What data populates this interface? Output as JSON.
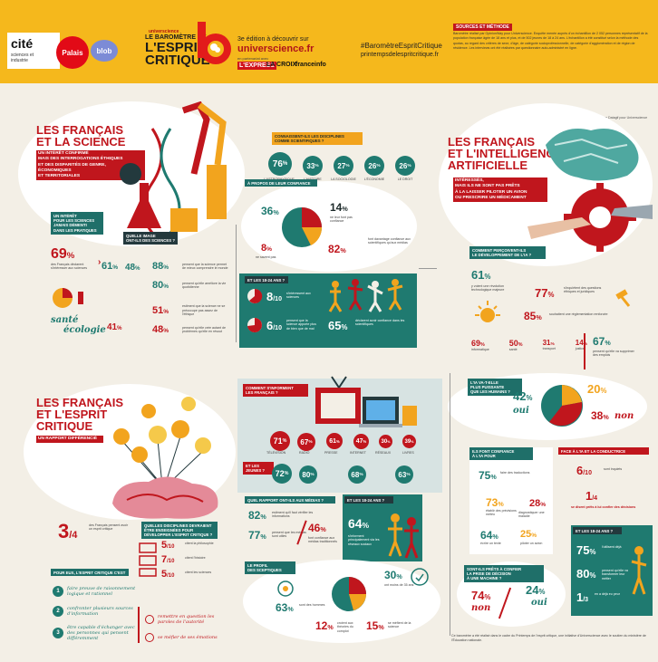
{
  "header": {
    "cite_name": "cité",
    "cite_sub": "sciences et industrie",
    "palais": "Palais",
    "blob": "blob",
    "universcience": "universcience",
    "baro_title": [
      "LE BAROMÈTRE DE",
      "L'ESPRIT",
      "CRITIQUE"
    ],
    "edition": "3e édition à découvrir sur",
    "site": "universcience.fr",
    "partners_label": "en partenariat avec",
    "partners": [
      "L'EXPRESS",
      "LA CROIX",
      "franceinfo"
    ],
    "hashtag": "#BaromètreEspritCritique",
    "printemps": "printempsdelespritcritique.fr",
    "sources_title": "SOURCES ET MÉTHODE",
    "sources_text": "Baromètre réalisé par OpinionWay pour Universcience. Enquête menée auprès d'un échantillon de 2 052 personnes représentatif de la population française âgée de 18 ans et plus, et de 502 jeunes de 18 à 24 ans. L'échantillon a été constitué selon la méthode des quotas, au regard des critères de sexe, d'âge, de catégorie socioprofessionnelle, de catégorie d'agglomération et de région de résidence. Les interviews ont été réalisées par questionnaire auto-administré en ligne."
  },
  "colors": {
    "red": "#c0161d",
    "teal": "#1f7a70",
    "orange": "#f2a41e",
    "yellow": "#f5b81c",
    "dark": "#23393d",
    "cream": "#f3efe6"
  },
  "credit": "Infographie réalisée par l'agence Datagif pour Universcience",
  "science": {
    "title": [
      "LES FRANÇAIS",
      "ET LA SCIENCE"
    ],
    "subtitle": [
      "UN INTÉRÊT CONFIRMÉ",
      "MAIS DES INTERROGATIONS ÉTHIQUES",
      "ET DES DISPARITÉS DE GENRE,",
      "ÉCONOMIQUES",
      "ET TERRITORIALES"
    ],
    "interest_label": [
      "UN INTÉRÊT",
      "POUR LES SCIENCES",
      "JAMAIS DÉMENTI",
      "DANS LES PRATIQUES"
    ],
    "interest_pct": "69",
    "interest_txt": "des Français déclarent s'intéresser aux sciences",
    "men": "61",
    "women": "48",
    "image_label": [
      "QUELLE IMAGE",
      "ONT-ILS DES SCIENCES ?"
    ],
    "image_stats": [
      {
        "v": "88",
        "t": "pensent que la science permet de mieux comprendre le monde"
      },
      {
        "v": "80",
        "t": "pensent qu'elle améliore la vie quotidienne"
      },
      {
        "v": "51",
        "t": "estiment que la science ne se préoccupe pas assez de l'éthique"
      },
      {
        "v": "48",
        "t": "pensent qu'elle crée autant de problèmes qu'elle en résout"
      }
    ],
    "sante": "santé",
    "ecologie": "écologie",
    "sante_pct": "41",
    "domains_label": "CONNAISSENT-ILS LES DISCIPLINES COMME SCIENTIFIQUES ?",
    "domains": [
      {
        "v": "76",
        "t": "L'ASTROPHYSIQUE"
      },
      {
        "v": "33",
        "t": "L'HISTOIRE"
      },
      {
        "v": "27",
        "t": "LA SOCIOLOGIE"
      },
      {
        "v": "26",
        "t": "L'ÉCONOMIE"
      },
      {
        "v": "26",
        "t": "LE DROIT"
      }
    ],
    "trust_label": "À PROPOS DE LEUR CONFIANCE",
    "trust": [
      {
        "v": "36",
        "t": "font confiance aux scientifiques"
      },
      {
        "v": "14",
        "t": "ne leur font pas confiance"
      },
      {
        "v": "8",
        "t": "ne savent pas"
      },
      {
        "v": "82",
        "t": "font davantage confiance aux scientifiques qu'aux médias"
      }
    ],
    "youth_label": "ET LES 18-24 ANS ?",
    "youth": [
      {
        "v": "8",
        "d": "/10",
        "t": "s'intéressent aux sciences"
      },
      {
        "v": "6",
        "d": "/10",
        "t": "pensent que la science apporte plus de bien que de mal"
      },
      {
        "v": "65",
        "t": "déclarent avoir confiance dans les scientifiques"
      }
    ]
  },
  "ai": {
    "title": [
      "LES FRANÇAIS",
      "ET L'INTELLIGENCE",
      "ARTIFICIELLE"
    ],
    "subtitle": [
      "INTÉRESSÉS,",
      "MAIS ILS NE SONT PAS PRÊTS",
      "À LA LAISSER PILOTER UN AVION",
      "OU PRESCRIRE UN MÉDICAMENT"
    ],
    "dev_label": [
      "COMMENT PERÇOIVENT-ILS",
      "LE DÉVELOPPEMENT DE L'IA ?"
    ],
    "dev_stats": [
      {
        "v": "61",
        "t": "y voient une révolution technologique majeure"
      },
      {
        "v": "77",
        "t": "s'inquiètent des questions éthiques et juridiques"
      },
      {
        "v": "85",
        "t": "souhaitent une réglementation renforcée"
      }
    ],
    "bars": [
      {
        "v": "69",
        "t": "informatique"
      },
      {
        "v": "50",
        "t": "santé"
      },
      {
        "v": "31",
        "t": "transport"
      },
      {
        "v": "14",
        "t": "justice"
      },
      {
        "v": "67",
        "t": "pensent qu'elle va supprimer des emplois"
      }
    ],
    "replace_label": [
      "L'IA VA-T-ELLE",
      "PLUS PUISSANTE",
      "QUE LES HUMAINS ?"
    ],
    "oui_pct": "42",
    "oui": "oui",
    "na_pct": "20",
    "non_pct": "38",
    "non": "non",
    "confiance_label": [
      "ILS FONT CONFIANCE",
      "À L'IA POUR"
    ],
    "confiance": [
      {
        "v": "75",
        "t": "faire des traductions"
      },
      {
        "v": "73",
        "t": "établir des prévisions météo"
      },
      {
        "v": "28",
        "t": "diagnostiquer une maladie"
      },
      {
        "v": "64",
        "t": "écrire un texte"
      },
      {
        "v": "25",
        "t": "piloter un avion"
      }
    ],
    "face_label": "FACE À L'IA ET LA CONDUCTRICE",
    "face": [
      {
        "v": "6",
        "d": "/10",
        "t": "sont inquiets"
      },
      {
        "v": "1",
        "d": "/4",
        "t": "se disent prêts à lui confier des décisions"
      }
    ],
    "jeunes_label": "ET LES 18-24 ANS ?",
    "jeunes": [
      {
        "v": "75",
        "t": "l'utilisent déjà"
      },
      {
        "v": "80",
        "t": "pensent qu'elle va transformer leur métier"
      },
      {
        "v": "1",
        "d": "/3",
        "t": "en a déjà eu peur"
      }
    ],
    "pilote_label": [
      "SONT-ILS PRÊTS À CONFIER",
      "LA PRISE DE DÉCISION",
      "À UNE MACHINE ?"
    ],
    "pilote_non": "74",
    "pilote_oui": "24",
    "non_word": "non",
    "oui_word": "oui"
  },
  "critique": {
    "title": [
      "LES FRANÇAIS",
      "ET L'ESPRIT",
      "CRITIQUE"
    ],
    "subtitle": "UN RAPPORT DIFFÉRENCIÉ",
    "threefour": "3",
    "threefour_d": "/4",
    "threefour_t": "des Français pensent avoir un esprit critique",
    "disciplines_label": [
      "QUELLES DISCIPLINES DEVRAIENT",
      "ÊTRE ENSEIGNÉES POUR",
      "DÉVELOPPER L'ESPRIT CRITIQUE ?"
    ],
    "disciplines": [
      {
        "v": "5",
        "d": "/10",
        "t": "citent la philosophie"
      },
      {
        "v": "7",
        "d": "/10",
        "t": "citent l'histoire"
      },
      {
        "v": "5",
        "d": "/10",
        "t": "citent les sciences"
      }
    ],
    "pour_label": "POUR EUX, L'ESPRIT CRITIQUE C'EST",
    "pour": [
      {
        "v": "1",
        "t": "faire preuve de raisonnement logique et rationnel"
      },
      {
        "v": "2",
        "t": "confronter plusieurs sources d'information"
      },
      {
        "v": "3",
        "t": "être capable d'échanger avec des personnes qui pensent différemment"
      }
    ],
    "aussi": [
      {
        "t": "remettre en question les paroles de l'autorité"
      },
      {
        "t": "se méfier de ses émotions"
      }
    ],
    "info_label": [
      "COMMENT S'INFORMENT",
      "LES FRANÇAIS ?"
    ],
    "info": [
      "71",
      "67",
      "61",
      "47",
      "30",
      "39"
    ],
    "info_lbl": [
      "TÉLÉVISION",
      "RADIO",
      "PRESSE",
      "INTERNET",
      "RÉSEAUX",
      "LIVRES"
    ],
    "jeunes_info_label": [
      "ET LES",
      "JEUNES ?"
    ],
    "jeunes_info": [
      "72",
      "80",
      "68",
      "63"
    ],
    "rapport_label": "QUEL RAPPORT ONT-ILS AUX MÉDIAS ?",
    "rapport": [
      {
        "v": "82",
        "t": "estiment qu'il faut vérifier les informations"
      },
      {
        "v": "77",
        "t": "pensent que les médias sont utiles"
      },
      {
        "v": "46",
        "t": "font confiance aux médias traditionnels"
      }
    ],
    "young_label": "ET LES 18-24 ANS ?",
    "young": {
      "v": "64",
      "t": "s'informent principalement via les réseaux sociaux"
    },
    "profil_label": [
      "LE PROFIL",
      "DES SCEPTIQUES"
    ],
    "profil": [
      {
        "v": "63",
        "t": "sont des hommes"
      },
      {
        "v": "30",
        "t": "ont moins de 35 ans"
      },
      {
        "v": "12",
        "t": "croient aux théories du complot"
      },
      {
        "v": "15",
        "t": "se méfient de la science"
      }
    ]
  },
  "footer": "Ce baromètre a été réalisé dans le cadre du Printemps de l'esprit critique, une initiative d'Universcience avec le soutien du ministère de l'Éducation nationale."
}
